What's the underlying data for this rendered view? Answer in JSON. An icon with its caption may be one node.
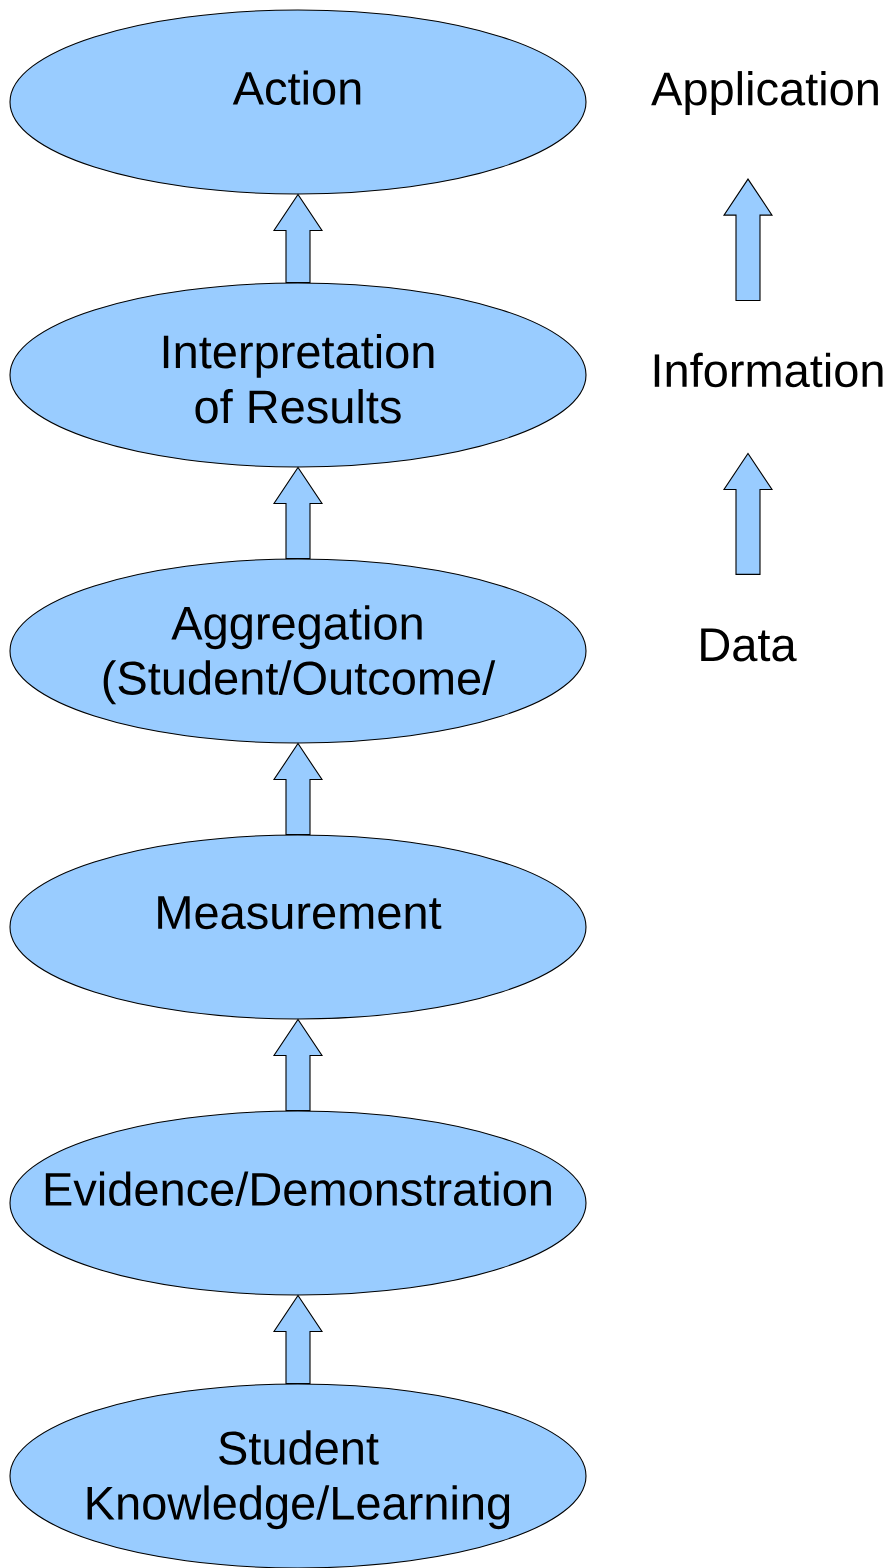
{
  "diagram": {
    "nodes": [
      {
        "text": [
          "Action"
        ]
      },
      {
        "text": [
          "Interpretation of Results"
        ]
      },
      {
        "text": [
          "Aggregation (Student/Outcome/"
        ]
      },
      {
        "text": [
          "Measurement"
        ]
      },
      {
        "text": [
          "Evidence/Demonstration"
        ]
      },
      {
        "text": [
          "Student Knowledge/Learning"
        ]
      },
      {
        "text": [
          "Application"
        ]
      },
      {
        "text": [
          "Information"
        ]
      },
      {
        "text": [
          "Data"
        ]
      }
    ],
    "edges": [
      {
        "from": 1,
        "to": 0,
        "arrow": "to"
      },
      {
        "from": 2,
        "to": 1,
        "arrow": "to"
      },
      {
        "from": 3,
        "to": 2,
        "arrow": "to"
      },
      {
        "from": 4,
        "to": 3,
        "arrow": "to"
      },
      {
        "from": 5,
        "to": 4,
        "arrow": "to"
      },
      {
        "from": 8,
        "to": 7,
        "arrow": "to"
      },
      {
        "from": 7,
        "to": 6,
        "arrow": "to"
      }
    ]
  }
}
